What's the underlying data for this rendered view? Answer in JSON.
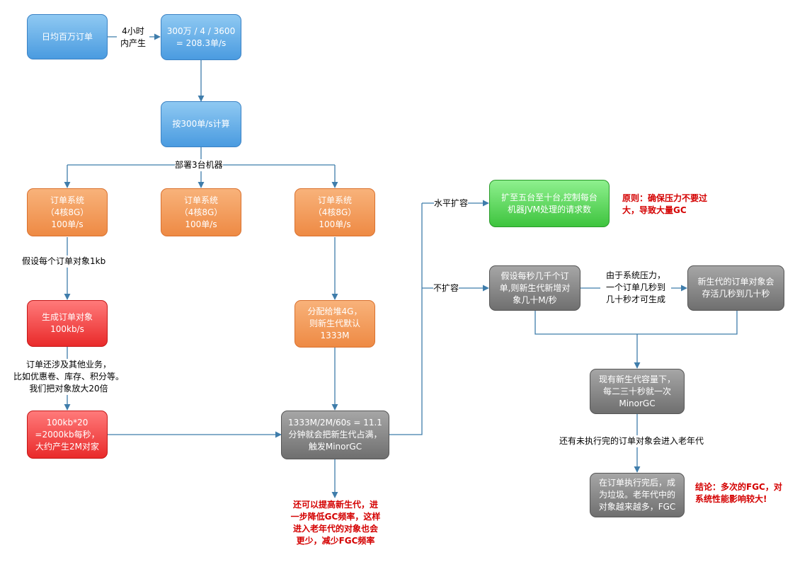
{
  "nodes": {
    "daily_orders": "日均百万订单",
    "per_second": "300万 / 4 / 3600\n= 208.3单/s",
    "calc_300": "按300单/s计算",
    "order_sys_1": "订单系统\n（4核8G）\n100单/s",
    "order_sys_2": "订单系统\n（4核8G）\n100单/s",
    "order_sys_3": "订单系统\n（4核8G）\n100单/s",
    "gen_objects": "生成订单对象\n100kb/s",
    "amplify": "100kb*20\n=2000kb每秒，\n大约产生2M对家",
    "heap_alloc": "分配给堆4G，\n则新生代默认\n1333M",
    "minor_gc_calc": "1333M/2M/60s = 11.1\n分钟就会把新生代占满，\n触发MinorGC",
    "scale_out": "扩至五台至十台,控制每台\n机器JVM处理的请求数",
    "no_scale": "假设每秒几千个订\n单,则新生代新增对\n象几十M/秒",
    "survive": "新生代的订单对象会\n存活几秒到几十秒",
    "young_small": "现有新生代容量下，\n每二三十秒就一次\nMinorGC",
    "old_gen": "在订单执行完后，成\n为垃圾。老年代中的\n对象越来越多，FGC"
  },
  "edge_labels": {
    "within_4h": "4小时\n内产生",
    "deploy_3": "部署3台机器",
    "assume_1kb": "假设每个订单对象1kb",
    "other_biz": "订单还涉及其他业务，\n比如优惠卷、库存、积分等。\n我们把对象放大20倍",
    "horizontal": "水平扩容",
    "no_expand": "不扩容",
    "pressure": "由于系统压力，\n一个订单几秒到\n几十秒才可生成",
    "enter_old": "还有未执行完的订单对象会进入老年代"
  },
  "notes": {
    "principle": "原则：确保压力不要过\n大，导致大量GC",
    "raise_young": "还可以提高新生代，进\n一步降低GC频率，这样\n进入老年代的对象也会\n更少，减少FGC频率",
    "conclusion": "结论：多次的FGC，对\n系统性能影响较大!"
  },
  "colors": {
    "edge": "#3f7dab",
    "blue": "#4a9be0",
    "orange": "#ee8a44",
    "red": "#e92a2a",
    "green": "#3ec43e",
    "gray": "#6f6f6f",
    "note": "#d40000"
  }
}
